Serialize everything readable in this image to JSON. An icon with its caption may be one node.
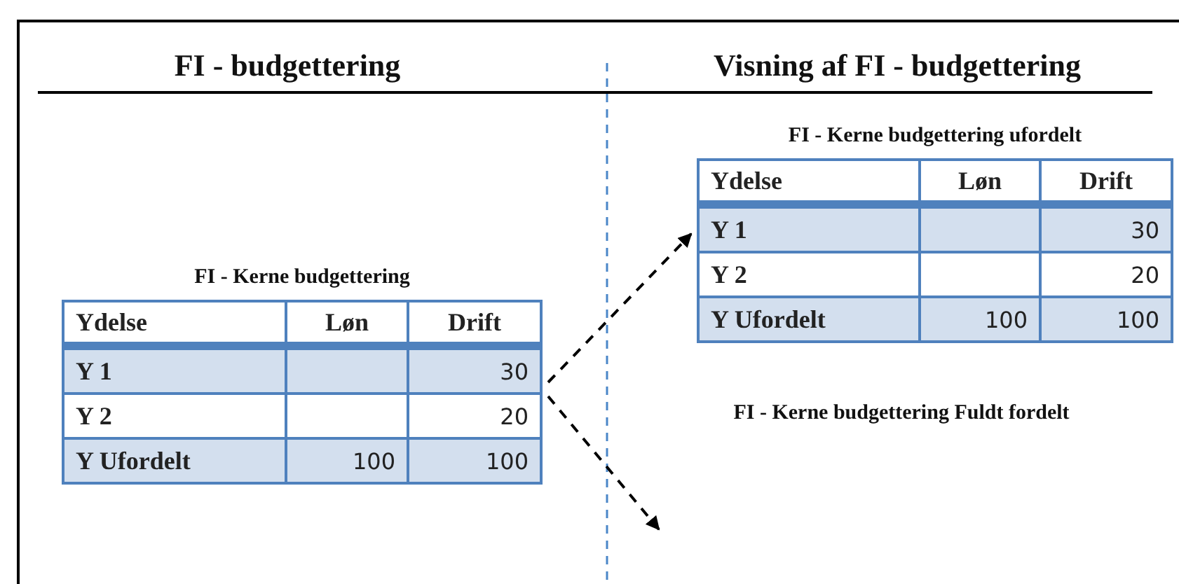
{
  "diagram": {
    "nodes": [
      {
        "text": [
          "FI - Kerne budgettering",
          "Ydelse",
          "Løn",
          "Drift",
          "Y 1",
          "30",
          "Y 2",
          "20",
          "Y Ufordelt",
          "100",
          "100"
        ]
      },
      {
        "text": [
          "FI - Kerne budgettering ufordelt",
          "Ydelse",
          "Løn",
          "Drift",
          "Y 1",
          "30",
          "Y 2",
          "20",
          "Y Ufordelt",
          "100",
          "100"
        ]
      }
    ],
    "edges": [
      {
        "from": 0,
        "to": 1,
        "arrow": "to",
        "style": "dashed"
      },
      {
        "from": 0,
        "to": null,
        "arrow": "to",
        "style": "dashed"
      }
    ],
    "labels": [
      "FI - budgettering",
      "Visning af FI - budgettering",
      "FI - Kerne budgettering Fuldt fordelt"
    ]
  }
}
